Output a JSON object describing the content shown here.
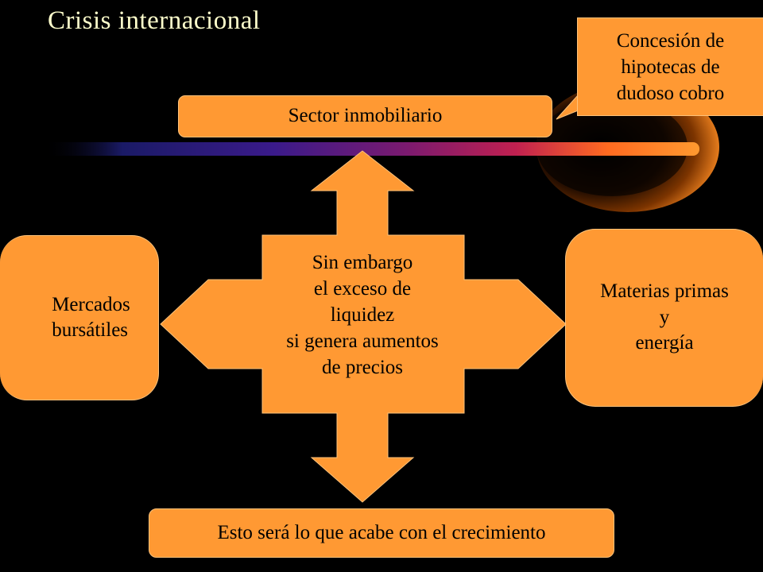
{
  "slide": {
    "title": "Crisis internacional",
    "top_box": "Sector inmobiliario",
    "callout": "Concesión de\nhipotecas de\ndudoso cobro",
    "center": "Sin embargo\nel exceso de\nliquidez\nsi genera aumentos\nde precios",
    "left_box": "Mercados\n bursátiles",
    "right_box": "Materias primas\ny\nenergía",
    "bottom_box": "Esto será lo que acabe con el crecimiento"
  },
  "colors": {
    "background": "#000000",
    "shape_fill": "#ff9933",
    "title_text": "#ffffcc"
  }
}
